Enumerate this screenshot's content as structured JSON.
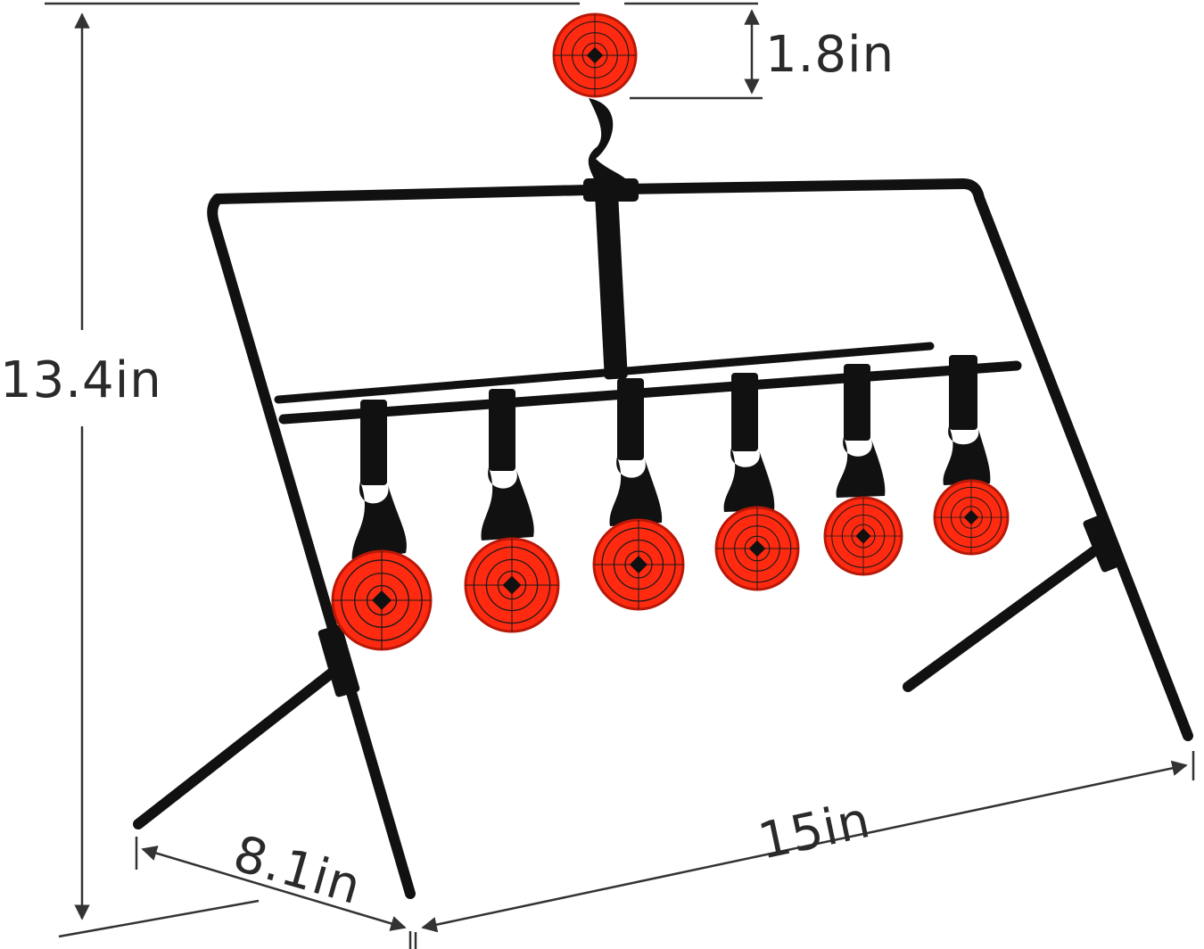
{
  "dimensions": {
    "height_label": "13.4in",
    "top_target_label": "1.8in",
    "width_label": "15in",
    "depth_label": "8.1in"
  },
  "colors": {
    "target_red": "#ff2a10",
    "target_edge": "#c01808",
    "frame_black": "#111111",
    "dimension_line": "#333333",
    "label_text": "#2a2a2a"
  },
  "targets": {
    "top_count": 1,
    "row_count": 6
  }
}
